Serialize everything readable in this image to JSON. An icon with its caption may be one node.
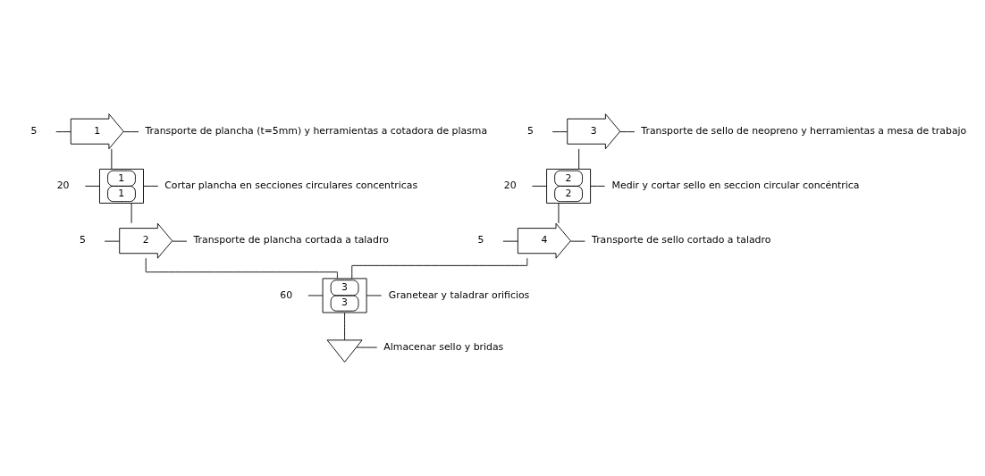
{
  "diagram": {
    "nodes": [
      {
        "text": [
          "1"
        ],
        "beside": [
          "5",
          "Transporte de plancha (t=5mm) y herramientas a cotadora de plasma"
        ]
      },
      {
        "text": [
          "1",
          "1"
        ],
        "beside": [
          "20",
          "Cortar plancha en secciones circulares concentricas"
        ]
      },
      {
        "text": [
          "2"
        ],
        "beside": [
          "5",
          "Transporte de plancha cortada a taladro"
        ]
      },
      {
        "text": [
          "3"
        ],
        "beside": [
          "5",
          "Transporte de sello de neopreno y herramientas a mesa de trabajo"
        ]
      },
      {
        "text": [
          "2",
          "2"
        ],
        "beside": [
          "20",
          "Medir y cortar sello en seccion circular concéntrica"
        ]
      },
      {
        "text": [
          "4"
        ],
        "beside": [
          "5",
          "Transporte de sello cortado a taladro"
        ]
      },
      {
        "text": [
          "3",
          "3"
        ],
        "beside": [
          "60",
          "Granetear y taladrar orificios"
        ]
      },
      {
        "text": [],
        "shape": "triangle",
        "beside": [
          "Almacenar sello y bridas"
        ]
      }
    ],
    "edges": [
      {
        "from": 0,
        "to": 1,
        "arrow": "none"
      },
      {
        "from": 1,
        "to": 2,
        "arrow": "none"
      },
      {
        "from": 3,
        "to": 4,
        "arrow": "none"
      },
      {
        "from": 4,
        "to": 5,
        "arrow": "none"
      },
      {
        "from": 2,
        "to": 6,
        "arrow": "none"
      },
      {
        "from": 5,
        "to": 6,
        "arrow": "none"
      },
      {
        "from": 6,
        "to": 7,
        "arrow": "none"
      }
    ]
  }
}
